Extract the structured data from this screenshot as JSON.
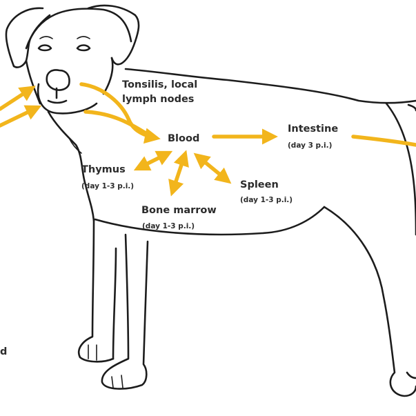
{
  "labels": {
    "tonsils": [
      "Tonsilis, local",
      "lymph nodes"
    ],
    "blood": "Blood",
    "intestine": "Intestine",
    "intestine_day": "(day 3 p.i.)",
    "thymus": "Thymus",
    "thymus_day": "(day 1-3 p.i.)",
    "spleen": "Spleen",
    "spleen_day": "(day 1-3 p.i.)",
    "bone_marrow": "Bone marrow",
    "bone_marrow_day": "(day 1-3 p.i.)",
    "cut_left": "d"
  },
  "colors": {
    "arrow": "#f2b51c",
    "outline": "#1c1c1c",
    "text": "#2b2b2b"
  }
}
